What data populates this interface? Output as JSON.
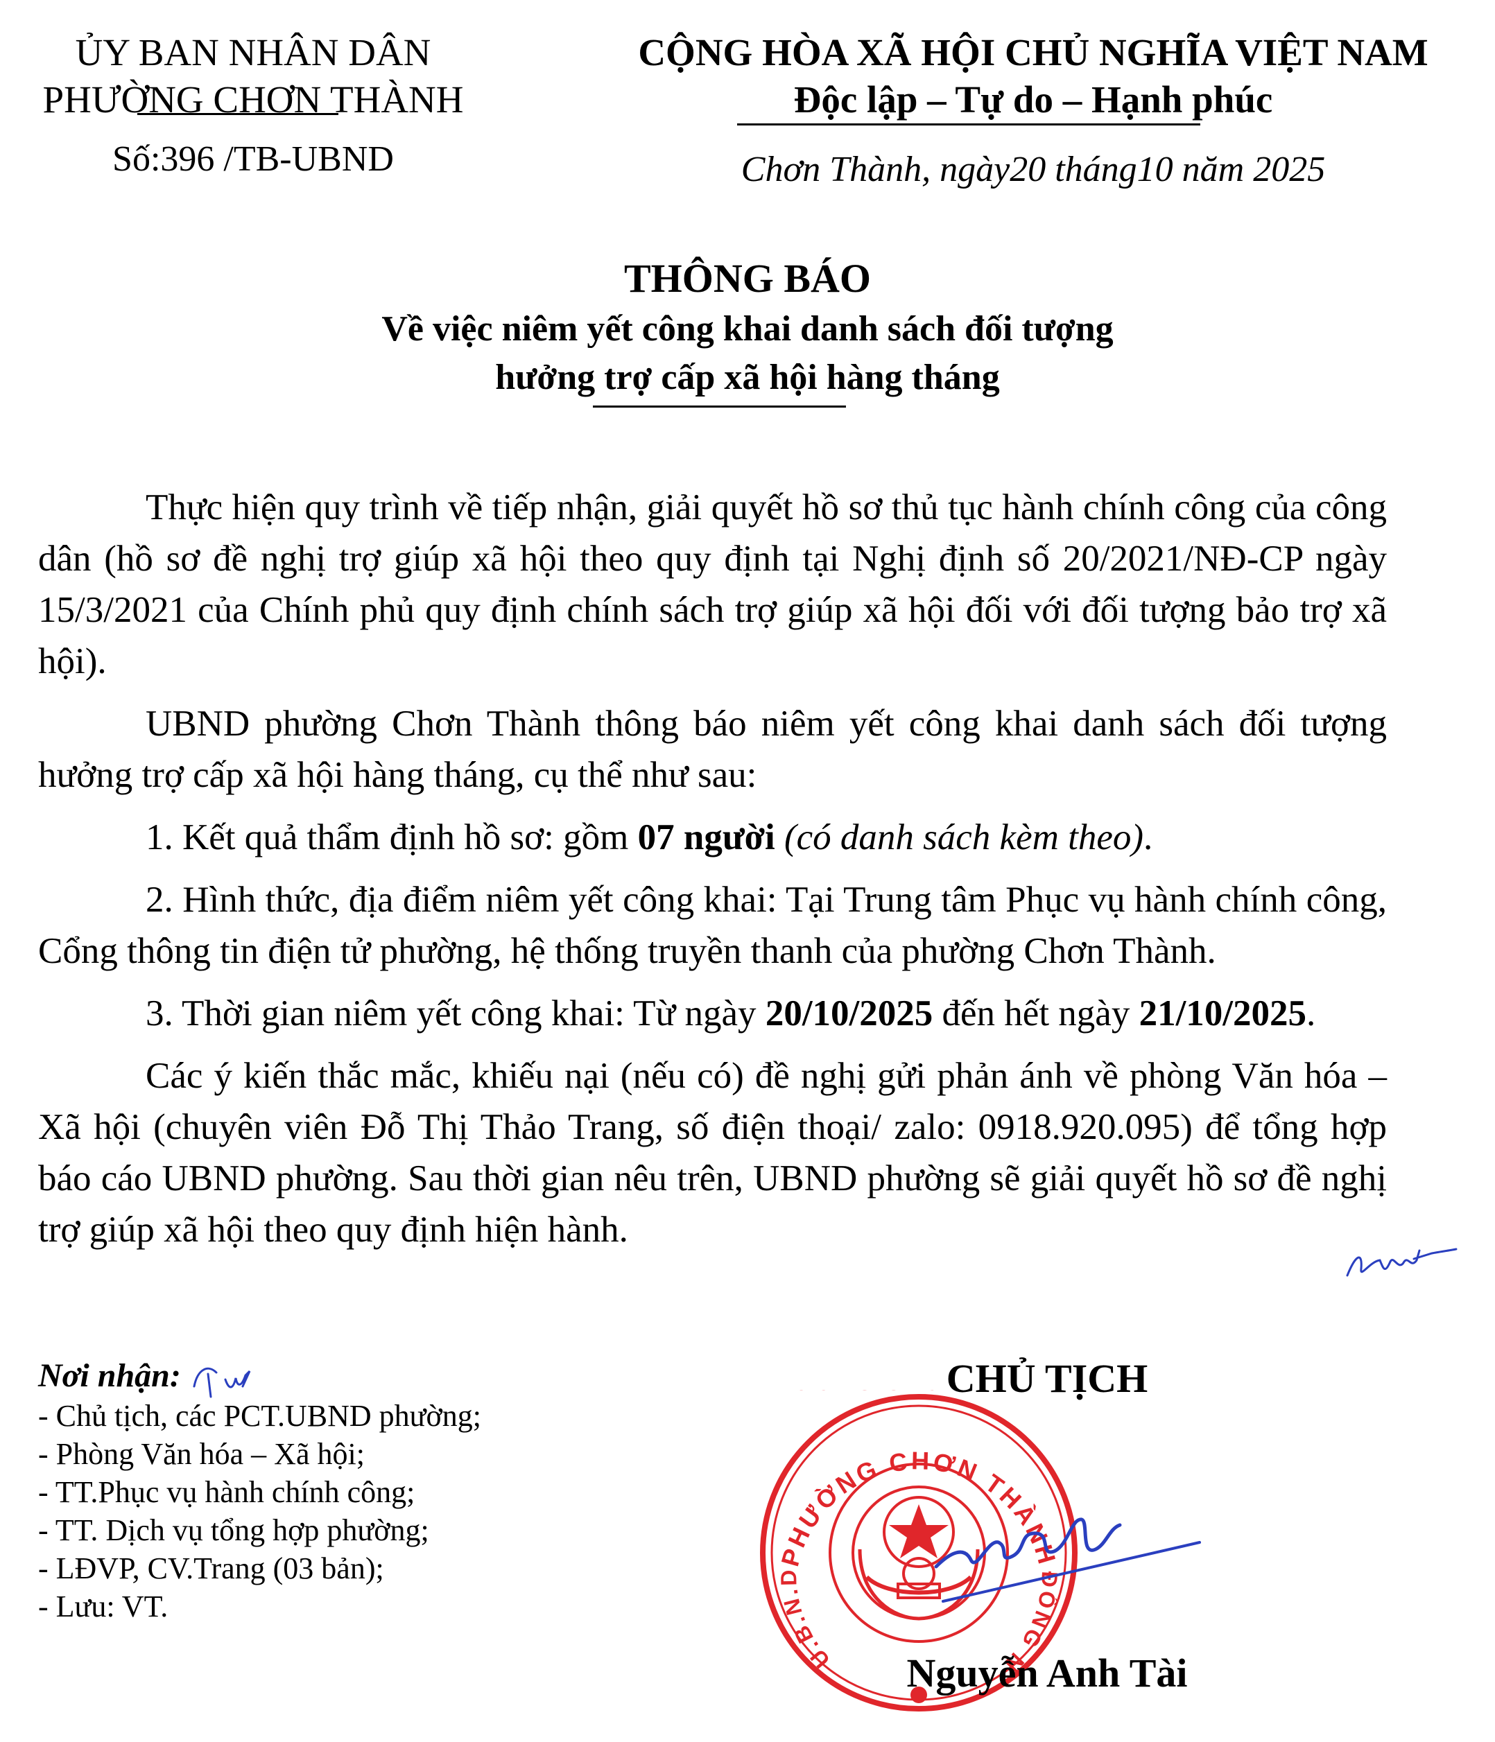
{
  "header": {
    "org_line1": "ỦY BAN NHÂN DÂN",
    "org_line2": "PHƯỜNG CHƠN THÀNH",
    "doc_number": "Số:396  /TB-UBND",
    "country_line1": "CỘNG HÒA XÃ HỘI CHỦ NGHĨA VIỆT NAM",
    "country_line2": "Độc lập – Tự do – Hạnh phúc",
    "place_date": "Chơn Thành, ngày20   tháng10   năm 2025"
  },
  "title": {
    "heading": "THÔNG BÁO",
    "subtitle_line1": "Về việc niêm yết công khai danh sách đối tượng",
    "subtitle_line2": "hưởng trợ cấp xã hội hàng tháng"
  },
  "body": {
    "para1": "Thực hiện quy trình về tiếp nhận, giải quyết hồ sơ thủ tục hành chính công của công dân (hồ sơ đề nghị trợ giúp xã hội theo quy định tại Nghị định số 20/2021/NĐ-CP ngày 15/3/2021 của Chính phủ quy định chính sách trợ giúp xã hội đối với đối tượng bảo trợ xã hội).",
    "para2": "UBND phường Chơn Thành thông báo niêm yết công khai danh sách đối tượng hưởng trợ cấp xã hội hàng tháng, cụ thể như sau:",
    "item1_prefix": "1. Kết quả thẩm định hồ sơ: gồm ",
    "item1_bold": "07 người",
    "item1_italic": " (có danh sách kèm theo)",
    "item1_end": ".",
    "item2": "2. Hình thức, địa điểm niêm yết công khai: Tại Trung tâm Phục vụ hành chính công, Cổng thông tin điện tử phường, hệ thống truyền thanh của phường Chơn Thành.",
    "item3_prefix": "3. Thời gian niêm yết công khai: Từ ngày ",
    "item3_date1": "20/10/2025",
    "item3_mid": " đến hết ngày ",
    "item3_date2": "21/10/2025",
    "item3_end": ".",
    "para_last": "Các ý kiến thắc mắc, khiếu nại (nếu có) đề nghị gửi phản ánh về phòng Văn hóa – Xã hội (chuyên viên Đỗ Thị Thảo Trang, số điện thoại/ zalo: 0918.920.095) để tổng hợp báo cáo UBND phường. Sau thời gian nêu trên, UBND phường sẽ giải quyết hồ sơ đề nghị trợ giúp xã hội theo quy định hiện hành."
  },
  "recipients": {
    "title": "Nơi nhận:",
    "items": [
      "- Chủ tịch, các PCT.UBND phường;",
      "- Phòng Văn hóa – Xã hội;",
      "- TT.Phục vụ hành chính công;",
      "- TT. Dịch vụ tổng hợp phường;",
      "- LĐVP, CV.Trang (03 bản);",
      "- Lưu: VT."
    ]
  },
  "signature": {
    "position": "CHỦ TỊCH",
    "name": "Nguyễn Anh Tài"
  },
  "stamp": {
    "text_top": "PHƯỜNG CHƠN THÀNH",
    "text_left": "U.B.N.D",
    "text_right": "T. ĐỒNG NAI",
    "color": "#e0262b"
  },
  "colors": {
    "ink": "#000000",
    "signature_ink": "#2a3fbf",
    "stamp_red": "#e0262b"
  }
}
